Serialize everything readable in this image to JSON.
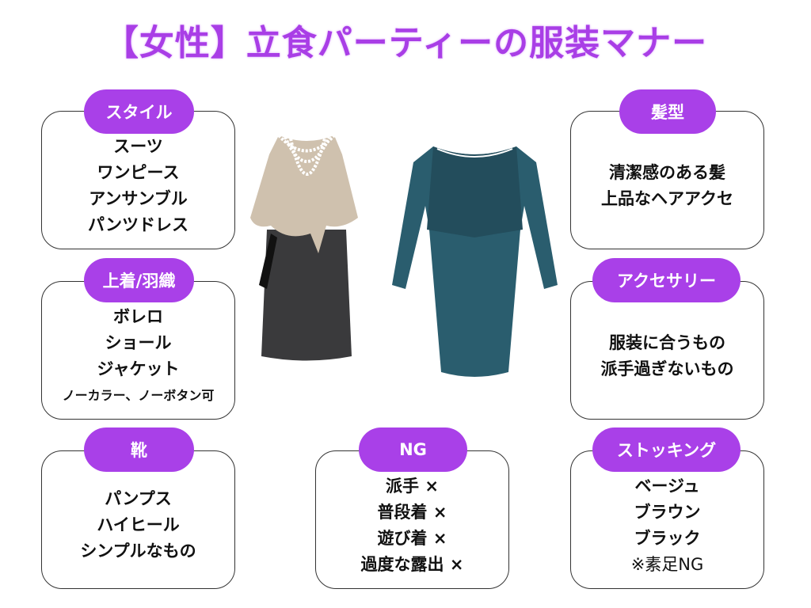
{
  "title": "【女性】立食パーティーの服装マナー",
  "colors": {
    "accent": "#a940e8",
    "title": "#a93ee6"
  },
  "sections": {
    "style": {
      "label": "スタイル",
      "items": [
        "スーツ",
        "ワンピース",
        "アンサンブル",
        "パンツドレス"
      ]
    },
    "outer": {
      "label": "上着/羽織",
      "items": [
        "ボレロ",
        "ショール",
        "ジャケット"
      ],
      "note": "ノーカラー、ノーボタン可"
    },
    "shoes": {
      "label": "靴",
      "items": [
        "パンプス",
        "ハイヒール",
        "シンプルなもの"
      ]
    },
    "ng": {
      "label": "NG",
      "items": [
        "派手 ×",
        "普段着 ×",
        "遊び着 ×",
        "過度な露出 ×"
      ]
    },
    "hair": {
      "label": "髪型",
      "items": [
        "清潔感のある髪",
        "上品なヘアアクセ"
      ]
    },
    "accessory": {
      "label": "アクセサリー",
      "items": [
        "服装に合うもの",
        "派手過ぎないもの"
      ]
    },
    "stocking": {
      "label": "ストッキング",
      "items": [
        "ベージュ",
        "ブラウン",
        "ブラック"
      ],
      "note": "※素足NG"
    }
  }
}
